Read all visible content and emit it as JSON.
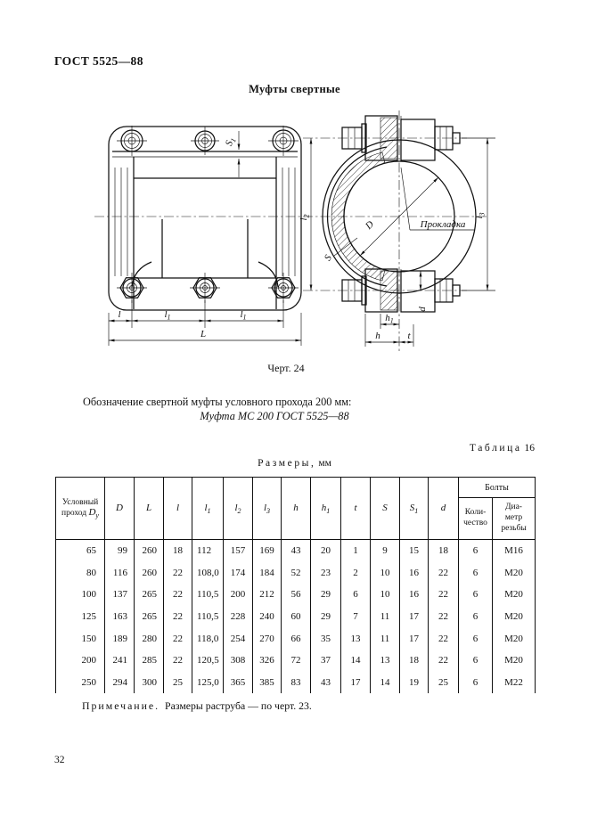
{
  "page": {
    "standard": "ГОСТ 5525—88",
    "title": "Муфты свертные",
    "number": "32"
  },
  "figure": {
    "caption": "Черт. 24",
    "designation_intro": "Обозначение свертной муфты условного прохода 200 мм:",
    "designation": "Муфта МС 200 ГОСТ 5525—88",
    "labels": {
      "s1": {
        "b": "S",
        "s": "1"
      },
      "l2": {
        "b": "l",
        "s": "2"
      },
      "l3": {
        "b": "l",
        "s": "3"
      },
      "h1": {
        "b": "h",
        "s": "1"
      },
      "l1": {
        "b": "l",
        "s": "1"
      },
      "l": "l",
      "L": "L",
      "D": "D",
      "S": "S",
      "d": "d",
      "h": "h",
      "t": "t",
      "gasket": "Прокладка"
    }
  },
  "table": {
    "label_word": "Таблица",
    "label_num": "16",
    "title_word": "Размеры,",
    "title_unit": "мм",
    "col_first": {
      "text": "Условный проход",
      "b": "D",
      "s": "у"
    },
    "columns": [
      {
        "b": "D",
        "s": ""
      },
      {
        "b": "L",
        "s": ""
      },
      {
        "b": "l",
        "s": ""
      },
      {
        "b": "l",
        "s": "1"
      },
      {
        "b": "l",
        "s": "2"
      },
      {
        "b": "l",
        "s": "3"
      },
      {
        "b": "h",
        "s": ""
      },
      {
        "b": "h",
        "s": "1"
      },
      {
        "b": "t",
        "s": ""
      },
      {
        "b": "S",
        "s": ""
      },
      {
        "b": "S",
        "s": "1"
      },
      {
        "b": "d",
        "s": ""
      }
    ],
    "bolts_group": "Болты",
    "bolts_cols": [
      "Коли-\nчество",
      "Диа-\nметр\nрезьбы"
    ],
    "rows": [
      [
        "65",
        "99",
        "260",
        "18",
        "112",
        "157",
        "169",
        "43",
        "20",
        "1",
        "9",
        "15",
        "18",
        "6",
        "М16"
      ],
      [
        "80",
        "116",
        "260",
        "22",
        "108,0",
        "174",
        "184",
        "52",
        "23",
        "2",
        "10",
        "16",
        "22",
        "6",
        "М20"
      ],
      [
        "100",
        "137",
        "265",
        "22",
        "110,5",
        "200",
        "212",
        "56",
        "29",
        "6",
        "10",
        "16",
        "22",
        "6",
        "М20"
      ],
      [
        "125",
        "163",
        "265",
        "22",
        "110,5",
        "228",
        "240",
        "60",
        "29",
        "7",
        "11",
        "17",
        "22",
        "6",
        "М20"
      ],
      [
        "150",
        "189",
        "280",
        "22",
        "118,0",
        "254",
        "270",
        "66",
        "35",
        "13",
        "11",
        "17",
        "22",
        "6",
        "М20"
      ],
      [
        "200",
        "241",
        "285",
        "22",
        "120,5",
        "308",
        "326",
        "72",
        "37",
        "14",
        "13",
        "18",
        "22",
        "6",
        "М20"
      ],
      [
        "250",
        "294",
        "300",
        "25",
        "125,0",
        "365",
        "385",
        "83",
        "43",
        "17",
        "14",
        "19",
        "25",
        "6",
        "М22"
      ]
    ],
    "note_head": "Примечание.",
    "note_text": "Размеры раструба — по черт. 23."
  }
}
